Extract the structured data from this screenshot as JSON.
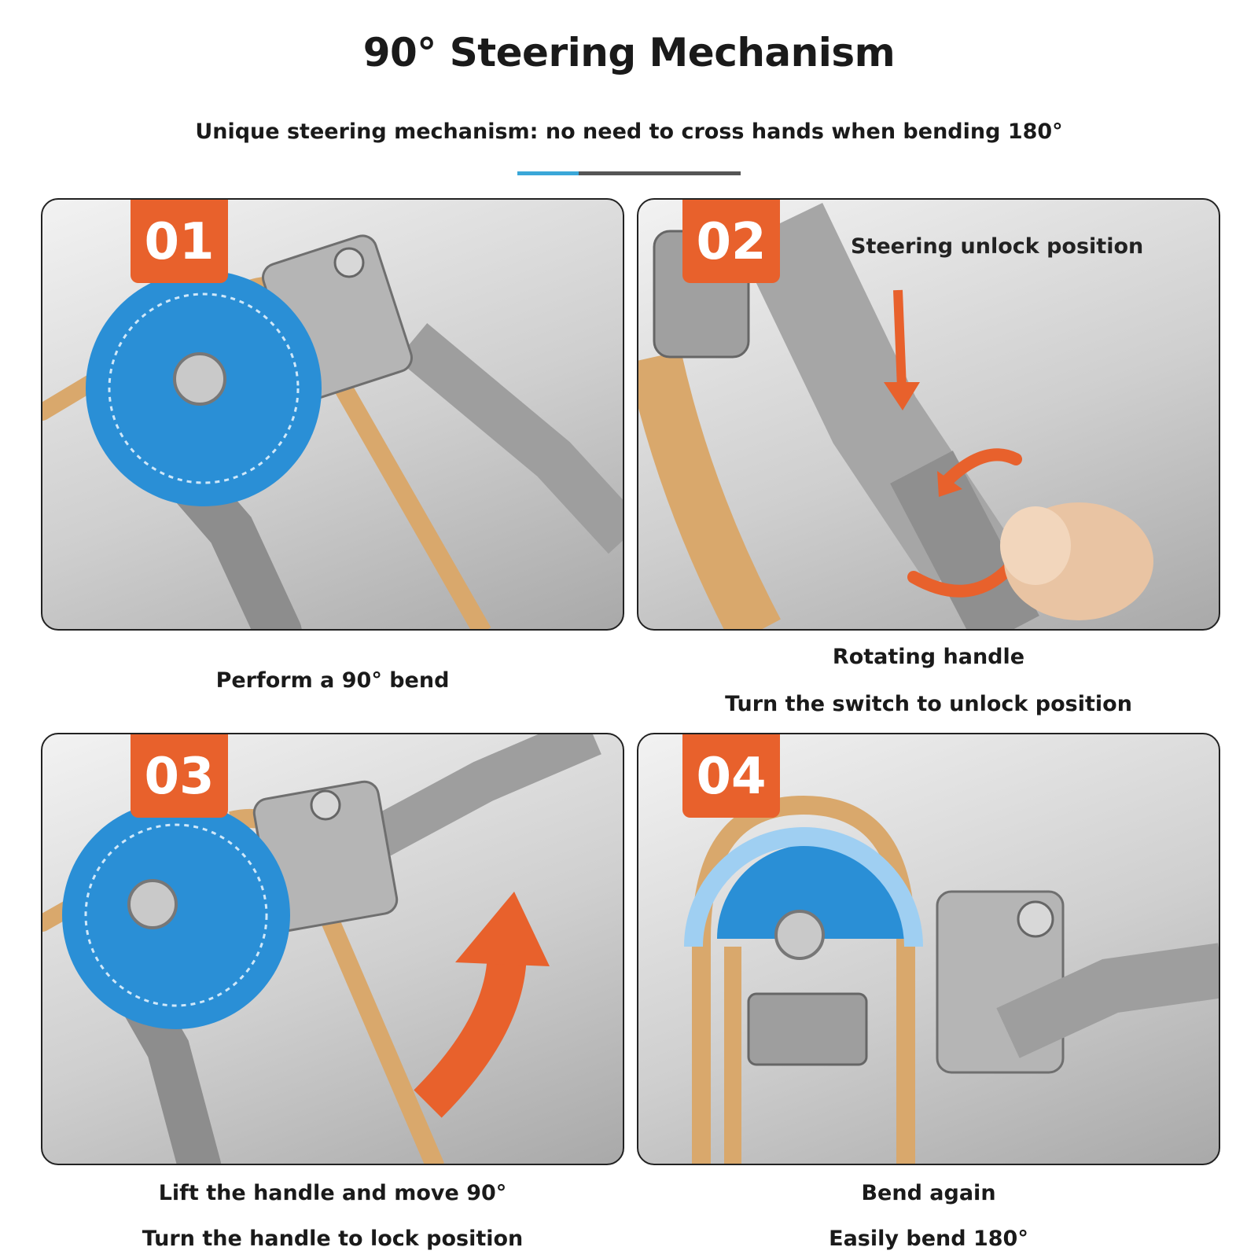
{
  "header": {
    "title": "90° Steering Mechanism",
    "subtitle": "Unique steering mechanism: no need to cross hands when bending 180°"
  },
  "colors": {
    "badge": "#e8612c",
    "accent_line": "#3aa7d8",
    "tool_blue": "#2a8fd6",
    "copper": "#d9a86c",
    "steel": "#a8a8a8"
  },
  "steps": [
    {
      "number": "01",
      "caption": "Perform a 90° bend"
    },
    {
      "number": "02",
      "label": "Steering unlock position",
      "caption": "Rotating handle",
      "caption2": "Turn the switch to unlock position"
    },
    {
      "number": "03",
      "caption": "Lift the handle and move 90°",
      "caption2": "Turn the handle to lock position"
    },
    {
      "number": "04",
      "caption": "Bend again",
      "caption2": "Easily bend 180°"
    }
  ]
}
